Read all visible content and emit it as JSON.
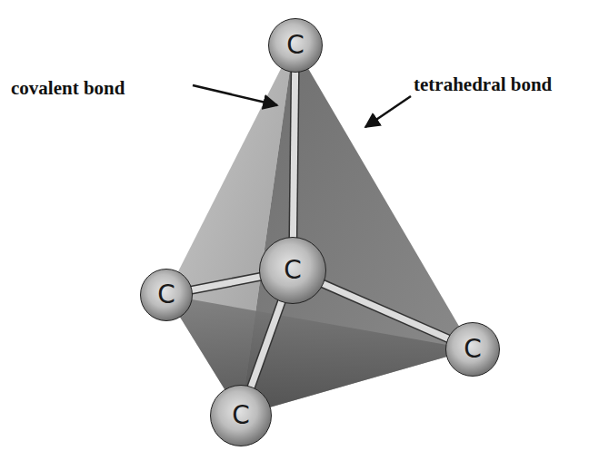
{
  "diagram": {
    "nodes": [
      {
        "text": [
          "C"
        ]
      },
      {
        "text": [
          "C"
        ]
      },
      {
        "text": [
          "C"
        ]
      },
      {
        "text": [
          "C"
        ]
      },
      {
        "text": [
          "C"
        ]
      }
    ],
    "edges": [
      {
        "from": 1,
        "to": 0,
        "arrow": "none"
      },
      {
        "from": 1,
        "to": 2,
        "arrow": "none"
      },
      {
        "from": 1,
        "to": 3,
        "arrow": "none"
      },
      {
        "from": 1,
        "to": 4,
        "arrow": "none"
      }
    ],
    "labels": [
      "covalent bond",
      "tetrahedral bond"
    ]
  }
}
